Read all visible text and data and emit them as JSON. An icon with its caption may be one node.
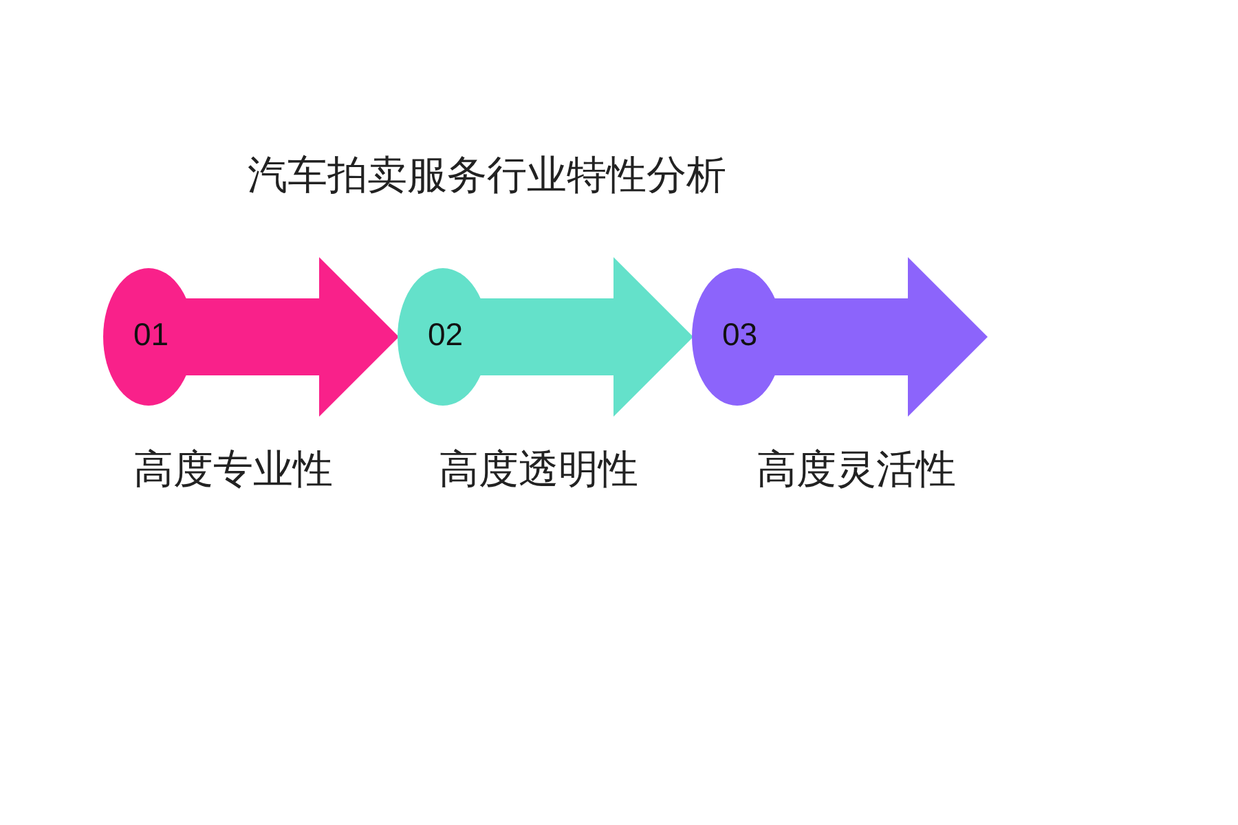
{
  "diagram": {
    "title": "汽车拍卖服务行业特性分析",
    "nodes": [
      {
        "text": [
          "01"
        ],
        "beside": [
          "高度专业性"
        ]
      },
      {
        "text": [
          "02"
        ],
        "beside": [
          "高度透明性"
        ]
      },
      {
        "text": [
          "03"
        ],
        "beside": [
          "高度灵活性"
        ]
      }
    ]
  }
}
